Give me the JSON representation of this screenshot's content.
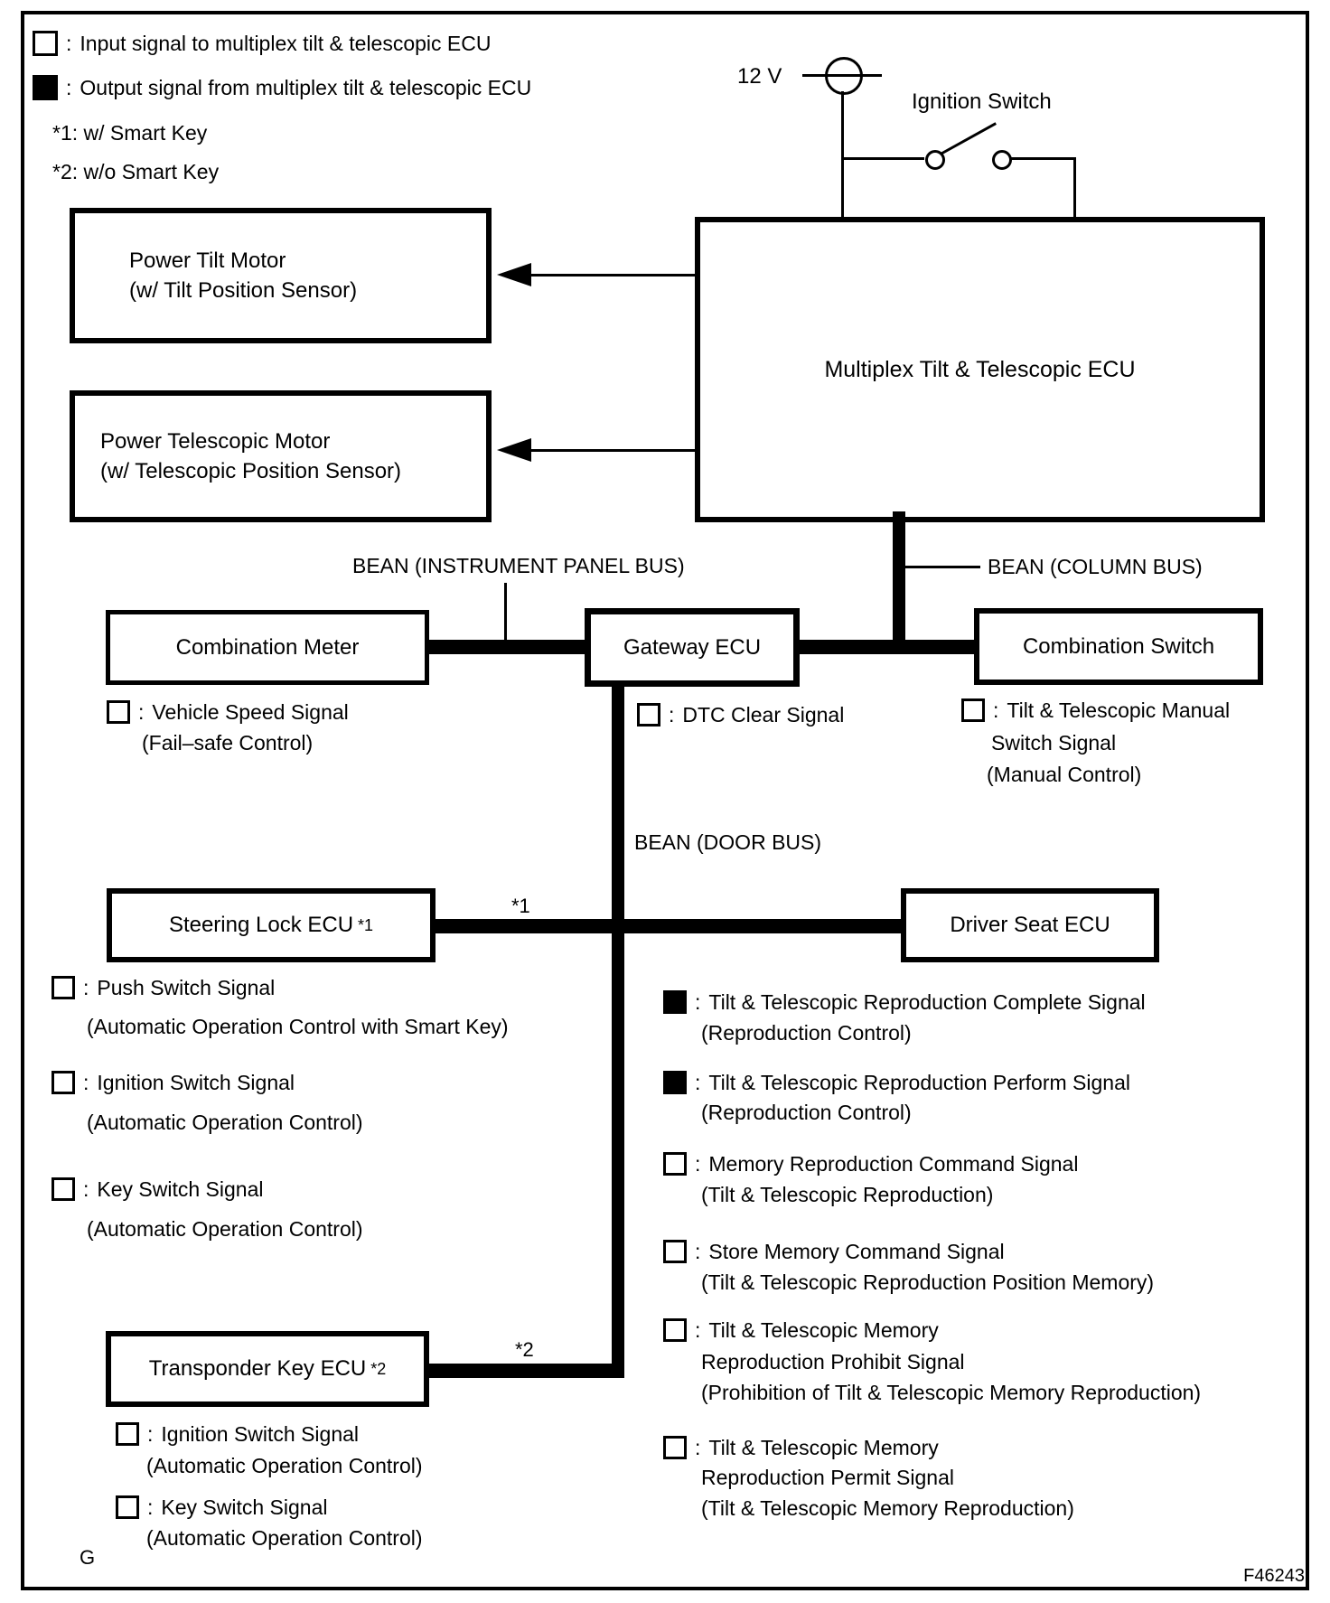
{
  "markers": {
    "sep": ":"
  },
  "legend": {
    "input_marker": "open-square",
    "input_text": "Input signal to multiplex tilt & telescopic ECU",
    "output_marker": "filled-square",
    "output_text": "Output signal from multiplex tilt & telescopic ECU",
    "note1": "*1: w/ Smart Key",
    "note2": "*2: w/o Smart Key"
  },
  "power": {
    "voltage": "12 V",
    "ignition_switch": "Ignition Switch"
  },
  "nodes": {
    "power_tilt_motor": {
      "line1": "Power Tilt Motor",
      "line2": "(w/ Tilt Position Sensor)"
    },
    "power_telescopic_motor": {
      "line1": "Power Telescopic Motor",
      "line2": "(w/ Telescopic Position Sensor)"
    },
    "multiplex_ecu": {
      "label": "Multiplex Tilt & Telescopic ECU"
    },
    "combination_meter": {
      "label": "Combination Meter"
    },
    "gateway_ecu": {
      "label": "Gateway ECU"
    },
    "combination_switch": {
      "label": "Combination Switch"
    },
    "steering_lock_ecu": {
      "label": "Steering Lock ECU",
      "sup": "*1"
    },
    "driver_seat_ecu": {
      "label": "Driver Seat ECU"
    },
    "transponder_key_ecu": {
      "label": "Transponder Key ECU",
      "sup": "*2"
    }
  },
  "buses": {
    "instrument_panel": "BEAN (INSTRUMENT PANEL BUS)",
    "column": "BEAN (COLUMN BUS)",
    "door": "BEAN (DOOR BUS)",
    "tag1": "*1",
    "tag2": "*2"
  },
  "signals": {
    "combination_meter": [
      {
        "marker": "open",
        "main": "Vehicle Speed Signal",
        "subs": [
          "(Fail–safe Control)"
        ]
      }
    ],
    "gateway_ecu": [
      {
        "marker": "open",
        "main": "DTC Clear Signal",
        "subs": []
      }
    ],
    "combination_switch": [
      {
        "marker": "open",
        "main": "Tilt & Telescopic Manual",
        "subs": [
          "Switch Signal",
          "(Manual Control)"
        ]
      }
    ],
    "steering_lock_ecu": [
      {
        "marker": "open",
        "main": "Push Switch Signal",
        "subs": [
          "(Automatic Operation Control with Smart Key)"
        ]
      },
      {
        "marker": "open",
        "main": "Ignition Switch Signal",
        "subs": [
          "(Automatic Operation Control)"
        ]
      },
      {
        "marker": "open",
        "main": "Key Switch Signal",
        "subs": [
          "(Automatic Operation Control)"
        ]
      }
    ],
    "driver_seat_ecu": [
      {
        "marker": "filled",
        "main": "Tilt & Telescopic Reproduction Complete Signal",
        "subs": [
          "(Reproduction Control)"
        ]
      },
      {
        "marker": "filled",
        "main": "Tilt & Telescopic Reproduction Perform Signal",
        "subs": [
          "(Reproduction Control)"
        ]
      },
      {
        "marker": "open",
        "main": "Memory Reproduction Command Signal",
        "subs": [
          "(Tilt & Telescopic Reproduction)"
        ]
      },
      {
        "marker": "open",
        "main": "Store Memory Command Signal",
        "subs": [
          "(Tilt & Telescopic Reproduction Position Memory)"
        ]
      },
      {
        "marker": "open",
        "main": "Tilt & Telescopic Memory",
        "subs": [
          "Reproduction Prohibit Signal",
          "(Prohibition of Tilt & Telescopic Memory Reproduction)"
        ]
      },
      {
        "marker": "open",
        "main": "Tilt & Telescopic Memory",
        "subs": [
          "Reproduction Permit Signal",
          "(Tilt & Telescopic Memory Reproduction)"
        ]
      }
    ],
    "transponder_key_ecu": [
      {
        "marker": "open",
        "main": "Ignition Switch Signal",
        "subs": [
          "(Automatic Operation Control)"
        ]
      },
      {
        "marker": "open",
        "main": "Key Switch Signal",
        "subs": [
          "(Automatic Operation Control)"
        ]
      }
    ]
  },
  "footer": {
    "page_mark": "G",
    "figure_code": "F46243"
  }
}
